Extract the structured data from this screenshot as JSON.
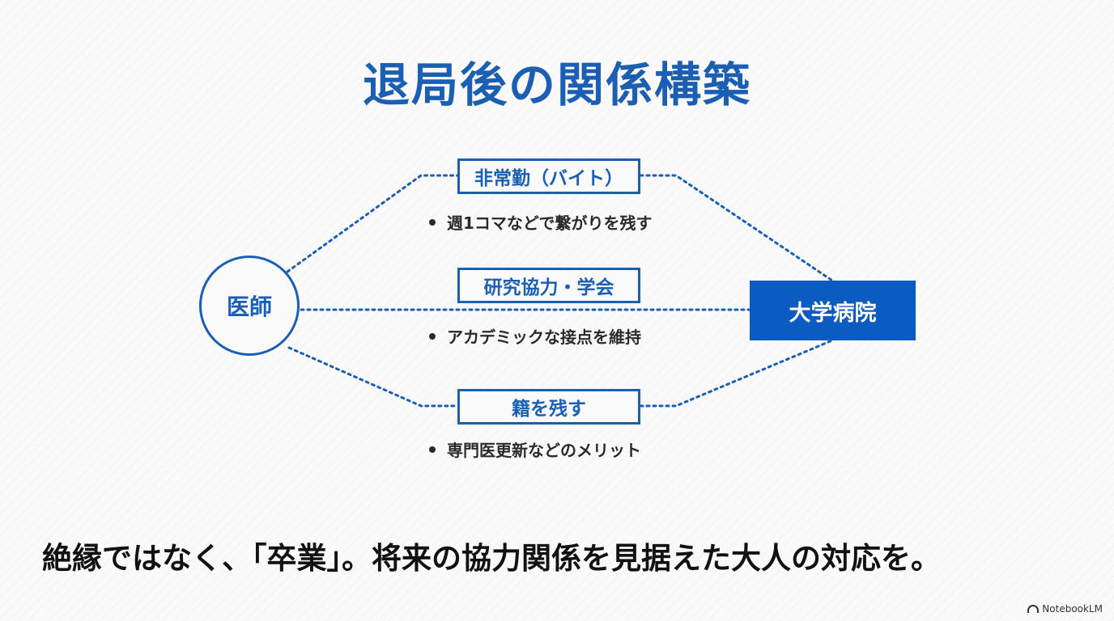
{
  "title": "退局後の関係構築",
  "doctor": "医師",
  "hospital": "大学病院",
  "routes": [
    {
      "label": "非常勤（バイト）",
      "note": "週1コマなどで繋がりを残す"
    },
    {
      "label": "研究協力・学会",
      "note": "アカデミックな接点を維持"
    },
    {
      "label": "籍を残す",
      "note": "専門医更新などのメリット"
    }
  ],
  "conclusion": "絶縁ではなく、「卒業」。将来の協力関係を見据えた大人の対応を。",
  "watermark": "NotebookLM",
  "colors": {
    "accent": "#1a5fb4",
    "hospital_fill": "#0a5bc2",
    "text": "#222222"
  },
  "icons": {
    "bullet": "bullet-dot",
    "watermark": "notebooklm-logo-icon"
  }
}
